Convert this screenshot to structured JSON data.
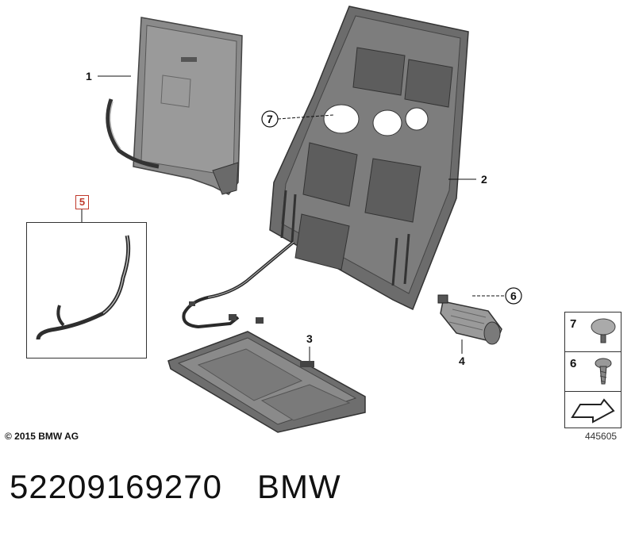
{
  "callouts": {
    "c1": "1",
    "c2": "2",
    "c3": "3",
    "c4": "4",
    "c5": "5",
    "c6": "6",
    "c7": "7"
  },
  "legend": {
    "item7": "7",
    "item6": "6"
  },
  "footer": {
    "copyright": "© 2015 BMW AG",
    "diagram_id": "445605",
    "part_number": "52209169270",
    "brand": "BMW"
  },
  "colors": {
    "panel": "#7a7a7a",
    "panel_dark": "#5e5e5e",
    "frame": "#4a4a4a",
    "highlight_box": "#c0392b"
  }
}
